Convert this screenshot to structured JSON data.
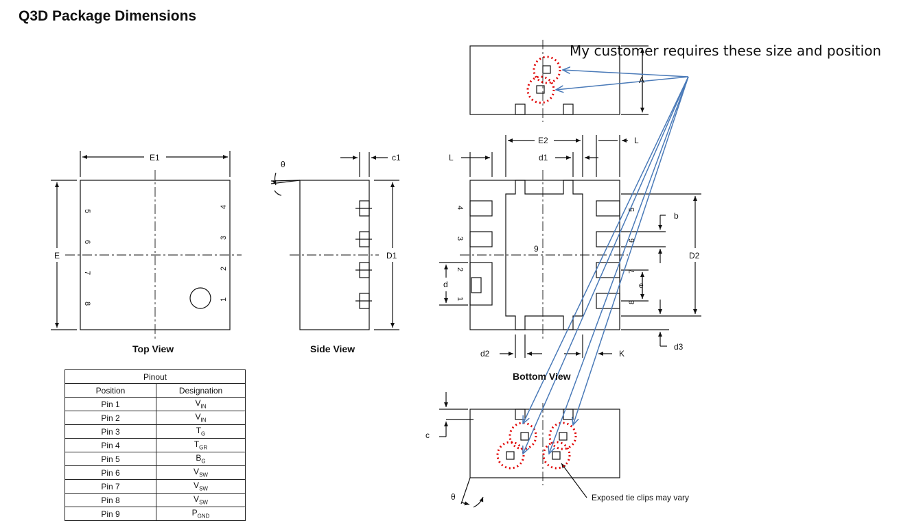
{
  "title": "Q3D Package Dimensions",
  "note": "My customer requires these size and position",
  "views": {
    "top": "Top View",
    "side": "Side View",
    "bottom": "Bottom View"
  },
  "dims": {
    "E1": "E1",
    "E": "E",
    "theta": "θ",
    "c1": "c1",
    "D1": "D1",
    "L": "L",
    "E2": "E2",
    "d1": "d1",
    "b": "b",
    "D2": "D2",
    "d": "d",
    "e": "e",
    "d2": "d2",
    "K": "K",
    "d3": "d3",
    "A": "A",
    "c": "c",
    "nine": "9"
  },
  "top_pins": {
    "left": [
      "5",
      "6",
      "7",
      "8"
    ],
    "right": [
      "4",
      "3",
      "2",
      "1"
    ]
  },
  "bottom_pins": {
    "left": [
      "4",
      "3",
      "2",
      "1"
    ],
    "right": [
      "5",
      "6",
      "7",
      "8"
    ]
  },
  "callout": "Exposed tie clips may vary",
  "table": {
    "title": "Pinout",
    "headers": [
      "Position",
      "Designation"
    ],
    "rows": [
      {
        "pos": "Pin 1",
        "main": "V",
        "sub": "IN"
      },
      {
        "pos": "Pin 2",
        "main": "V",
        "sub": "IN"
      },
      {
        "pos": "Pin 3",
        "main": "T",
        "sub": "G"
      },
      {
        "pos": "Pin 4",
        "main": "T",
        "sub": "GR"
      },
      {
        "pos": "Pin 5",
        "main": "B",
        "sub": "G"
      },
      {
        "pos": "Pin 6",
        "main": "V",
        "sub": "SW"
      },
      {
        "pos": "Pin 7",
        "main": "V",
        "sub": "SW"
      },
      {
        "pos": "Pin 8",
        "main": "V",
        "sub": "SW"
      },
      {
        "pos": "Pin 9",
        "main": "P",
        "sub": "GND"
      }
    ]
  },
  "colors": {
    "arrow": "#4a7ab8",
    "highlight": "#e00000"
  }
}
